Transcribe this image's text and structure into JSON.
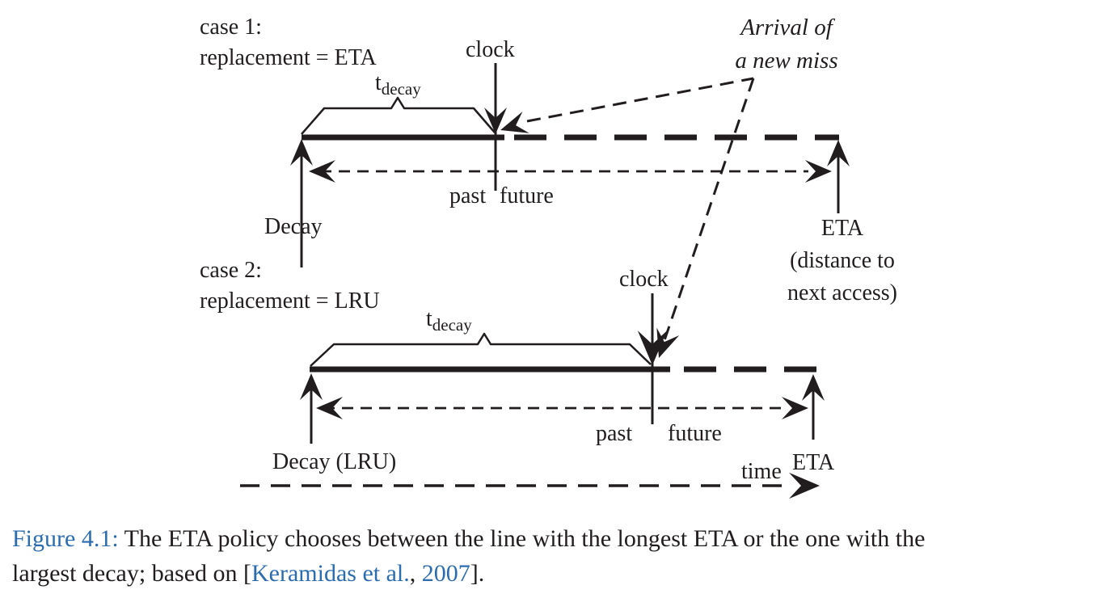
{
  "colors": {
    "ink": "#211d1e",
    "link_blue": "#2b6cb0"
  },
  "diagram": {
    "arrival_note": {
      "line1": "Arrival of",
      "line2": "a new miss"
    },
    "case1": {
      "title_line1": "case 1:",
      "title_line2": "replacement = ETA",
      "clock_label": "clock",
      "t_symbol": "t",
      "t_subscript": "decay",
      "past_label": "past",
      "future_label": "future",
      "decay_label": "Decay",
      "eta_label": "ETA",
      "eta_note_line1": "(distance to",
      "eta_note_line2": "next access)"
    },
    "case2": {
      "title_line1": "case 2:",
      "title_line2": "replacement = LRU",
      "clock_label": "clock",
      "t_symbol": "t",
      "t_subscript": "decay",
      "past_label": "past",
      "future_label": "future",
      "decay_label": "Decay (LRU)",
      "eta_label": "ETA"
    },
    "time_axis_label": "time"
  },
  "caption": {
    "figure_label": "Figure 4.1:",
    "line1_text": " The ETA policy chooses between the line with the longest ETA or the one with the",
    "line2_prefix": "largest decay; based on [",
    "citation_authors": "Keramidas et al.",
    "citation_separator": ", ",
    "citation_year": "2007",
    "line2_suffix": "]."
  }
}
